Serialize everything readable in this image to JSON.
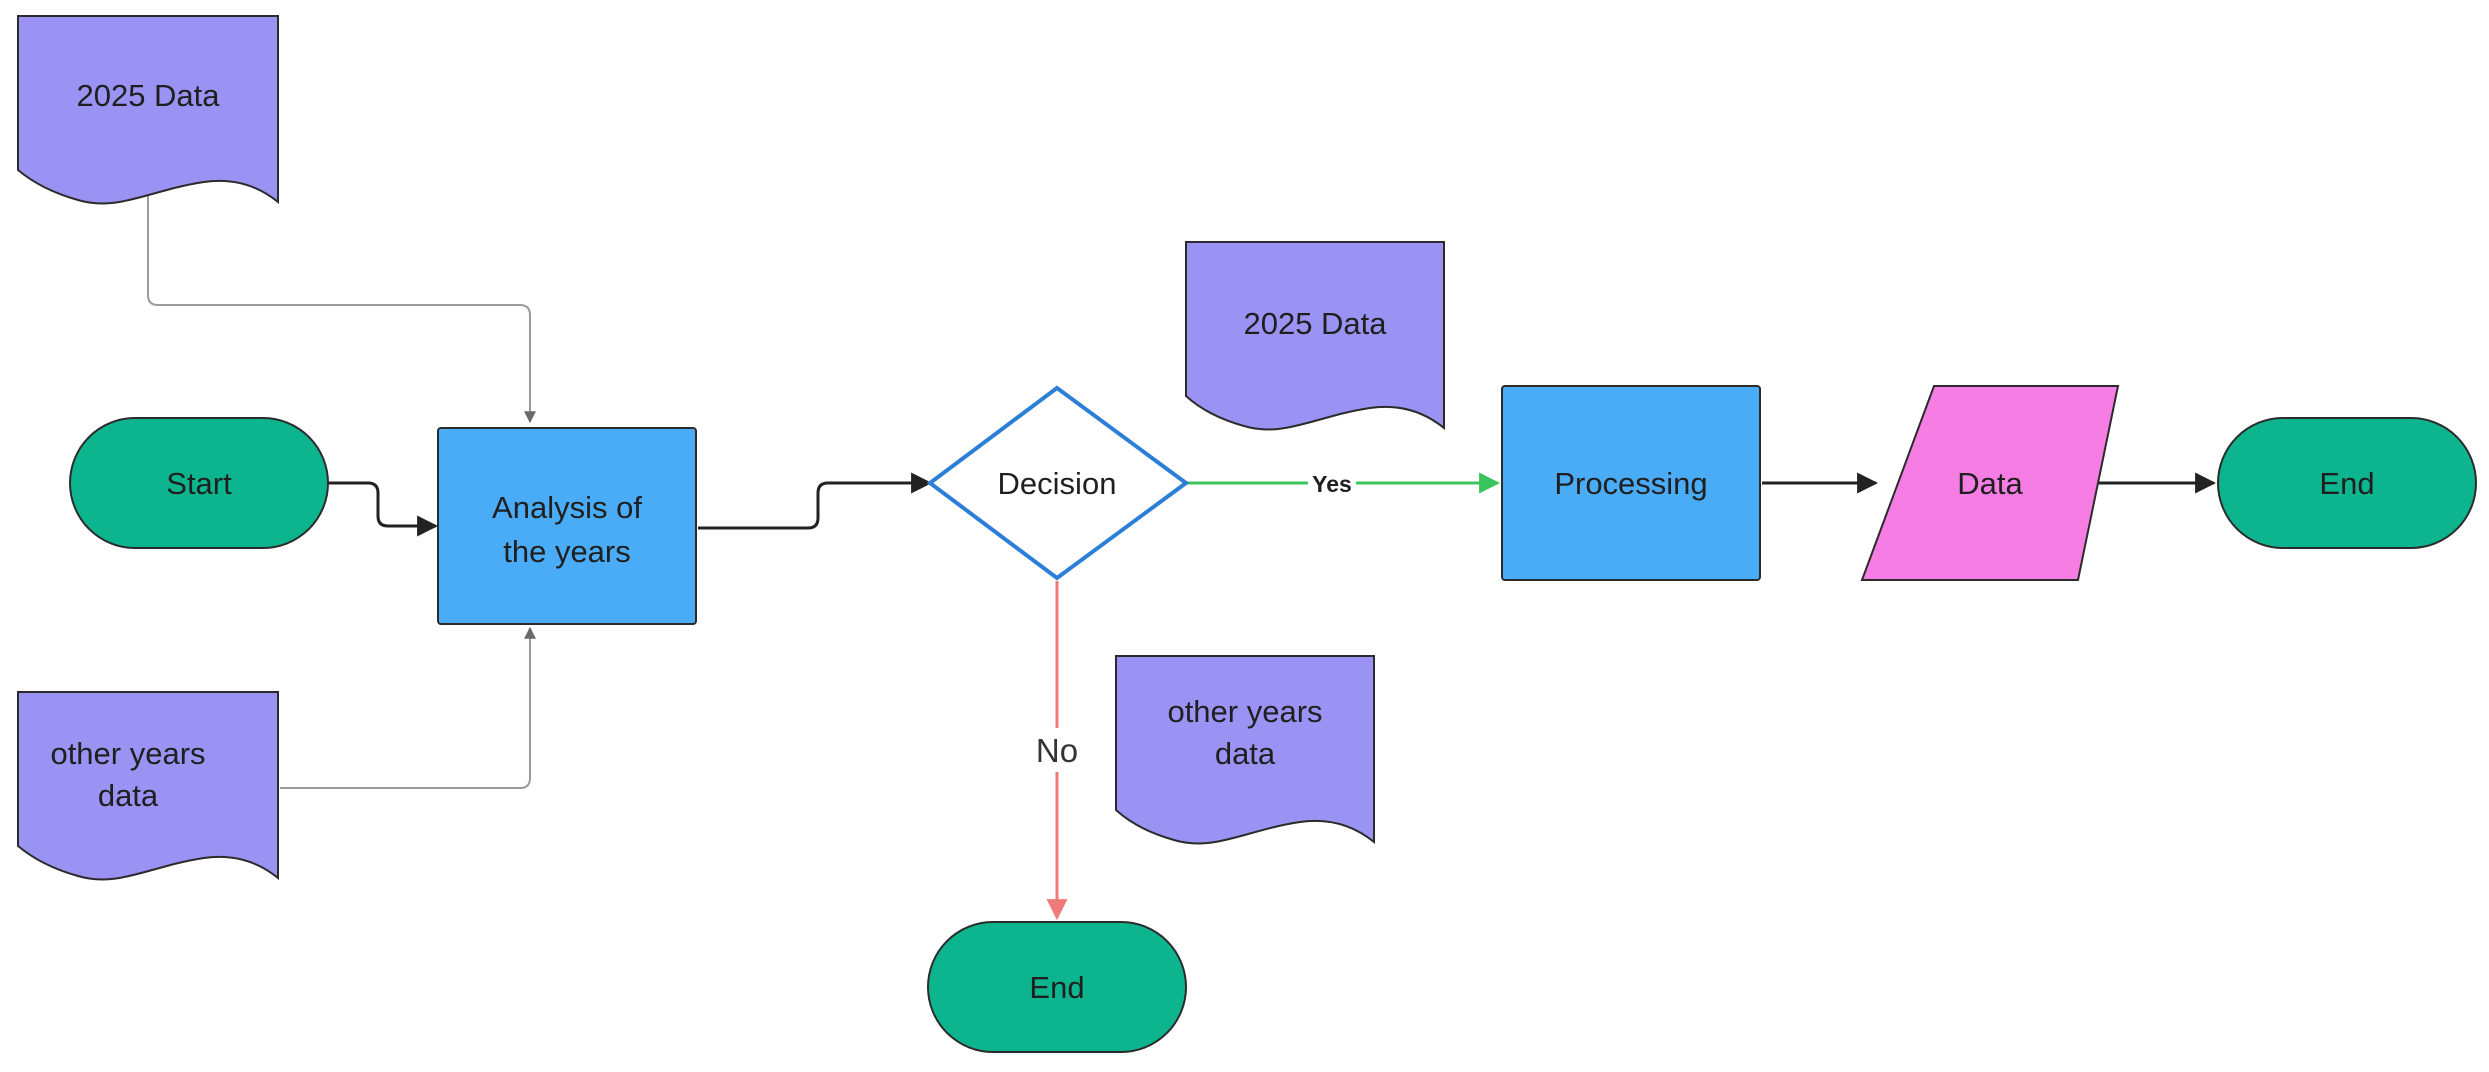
{
  "diagram": {
    "colors": {
      "document_fill": "#9a93f3",
      "process_fill": "#4aabf7",
      "terminal_fill": "#0db58f",
      "data_fill": "#f57de3",
      "decision_stroke": "#2c7fd6",
      "yes_edge": "#3cc45c",
      "no_edge": "#f07a7a",
      "gray_edge": "#9a9a9a",
      "black_edge": "#222222"
    },
    "nodes": {
      "doc_2025_top": {
        "type": "document",
        "lines": [
          "2025 Data"
        ]
      },
      "doc_other_bottom": {
        "type": "document",
        "lines": [
          "other years",
          "data"
        ]
      },
      "start": {
        "type": "terminal",
        "lines": [
          "Start"
        ]
      },
      "analysis": {
        "type": "process",
        "lines": [
          "Analysis of",
          "the years"
        ]
      },
      "decision": {
        "type": "decision",
        "lines": [
          "Decision"
        ]
      },
      "doc_2025_mid": {
        "type": "document",
        "lines": [
          "2025 Data"
        ]
      },
      "processing": {
        "type": "process",
        "lines": [
          "Processing"
        ]
      },
      "data": {
        "type": "data",
        "lines": [
          "Data"
        ]
      },
      "end_right": {
        "type": "terminal",
        "lines": [
          "End"
        ]
      },
      "doc_other_mid": {
        "type": "document",
        "lines": [
          "other years",
          "data"
        ]
      },
      "end_bottom": {
        "type": "terminal",
        "lines": [
          "End"
        ]
      }
    },
    "edges": [
      {
        "from": "doc_2025_top",
        "to": "analysis",
        "style": "gray",
        "label": ""
      },
      {
        "from": "doc_other_bottom",
        "to": "analysis",
        "style": "gray",
        "label": ""
      },
      {
        "from": "start",
        "to": "analysis",
        "style": "black",
        "label": ""
      },
      {
        "from": "analysis",
        "to": "decision",
        "style": "black",
        "label": ""
      },
      {
        "from": "decision",
        "to": "processing",
        "style": "yes",
        "label": "Yes"
      },
      {
        "from": "decision",
        "to": "end_bottom",
        "style": "no",
        "label": "No"
      },
      {
        "from": "processing",
        "to": "data",
        "style": "black",
        "label": ""
      },
      {
        "from": "data",
        "to": "end_right",
        "style": "black",
        "label": ""
      }
    ]
  }
}
